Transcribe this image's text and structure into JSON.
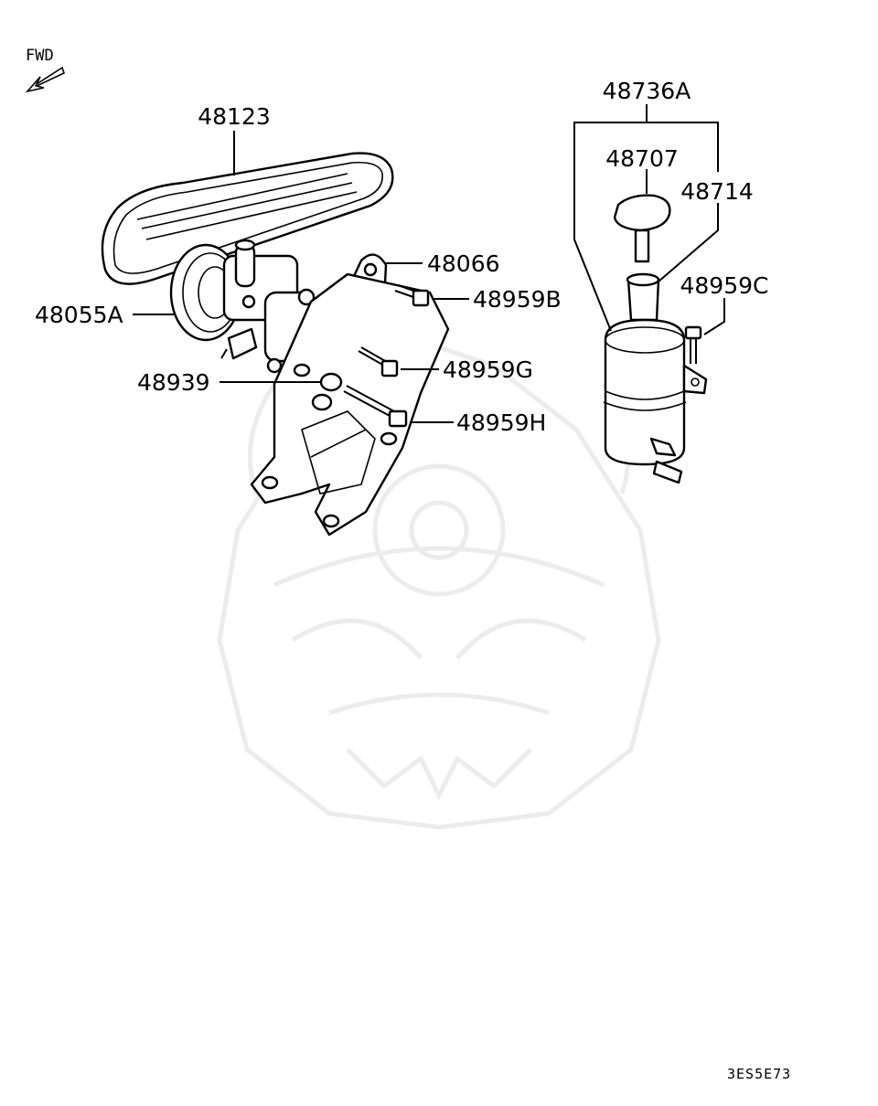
{
  "diagram": {
    "direction_label": "FWD",
    "parts": {
      "belt": "48123",
      "pump": "48055A",
      "bracket": "48066",
      "bolt_b": "48959B",
      "bolt_g": "48959G",
      "spacer": "48939",
      "bolt_h": "48959H",
      "reservoir_assy": "48736A",
      "cap": "48707",
      "filter": "48714",
      "bolt_c": "48959C"
    },
    "diagram_code": "3ES5E73"
  }
}
